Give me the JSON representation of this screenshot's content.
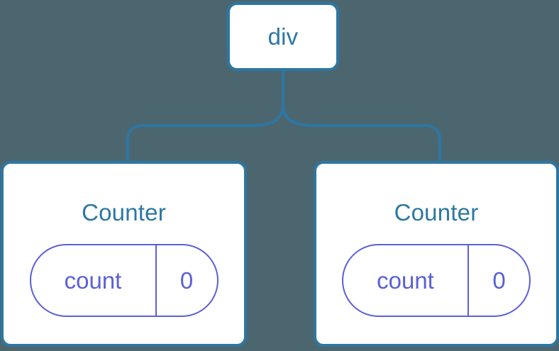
{
  "diagram": {
    "type": "component-tree",
    "background_color": "#4c6670",
    "node_border_color": "#2d77a3",
    "node_text_color": "#2d77a3",
    "state_color": "#5b60d6",
    "connector_color": "#2d77a3",
    "root": {
      "label": "div"
    },
    "children": [
      {
        "label": "Counter",
        "state": {
          "key": "count",
          "value": "0"
        }
      },
      {
        "label": "Counter",
        "state": {
          "key": "count",
          "value": "0"
        }
      }
    ]
  }
}
